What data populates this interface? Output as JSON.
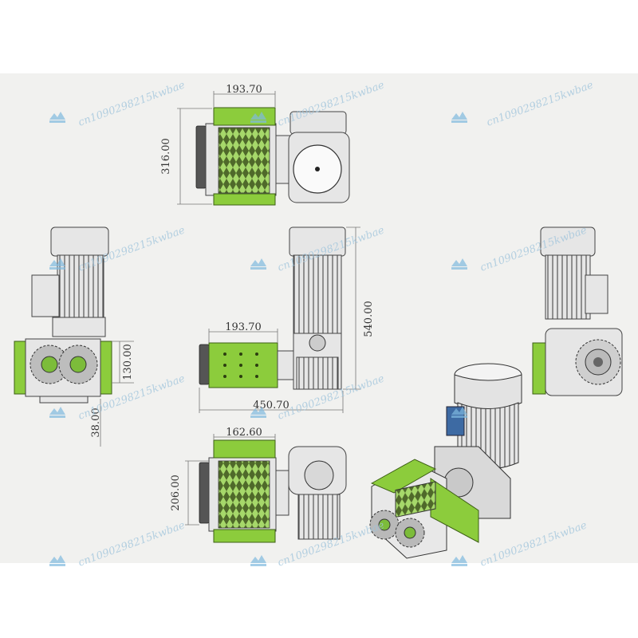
{
  "dimensions": {
    "top_width": "193.70",
    "top_height": "316.00",
    "side_height_small": "130.00",
    "side_bottom": "38.00",
    "front_width": "193.70",
    "front_total_width": "450.70",
    "front_height": "540.00",
    "bottom_width": "162.60",
    "bottom_height": "206.00"
  },
  "watermark": {
    "text": "cn1090298215kwbae"
  },
  "colors": {
    "frame_green": "#8ccc3c",
    "metal_grey": "#e6e6e6",
    "background": "#f1f1ef",
    "watermark_blue": "#9fc4dc"
  }
}
